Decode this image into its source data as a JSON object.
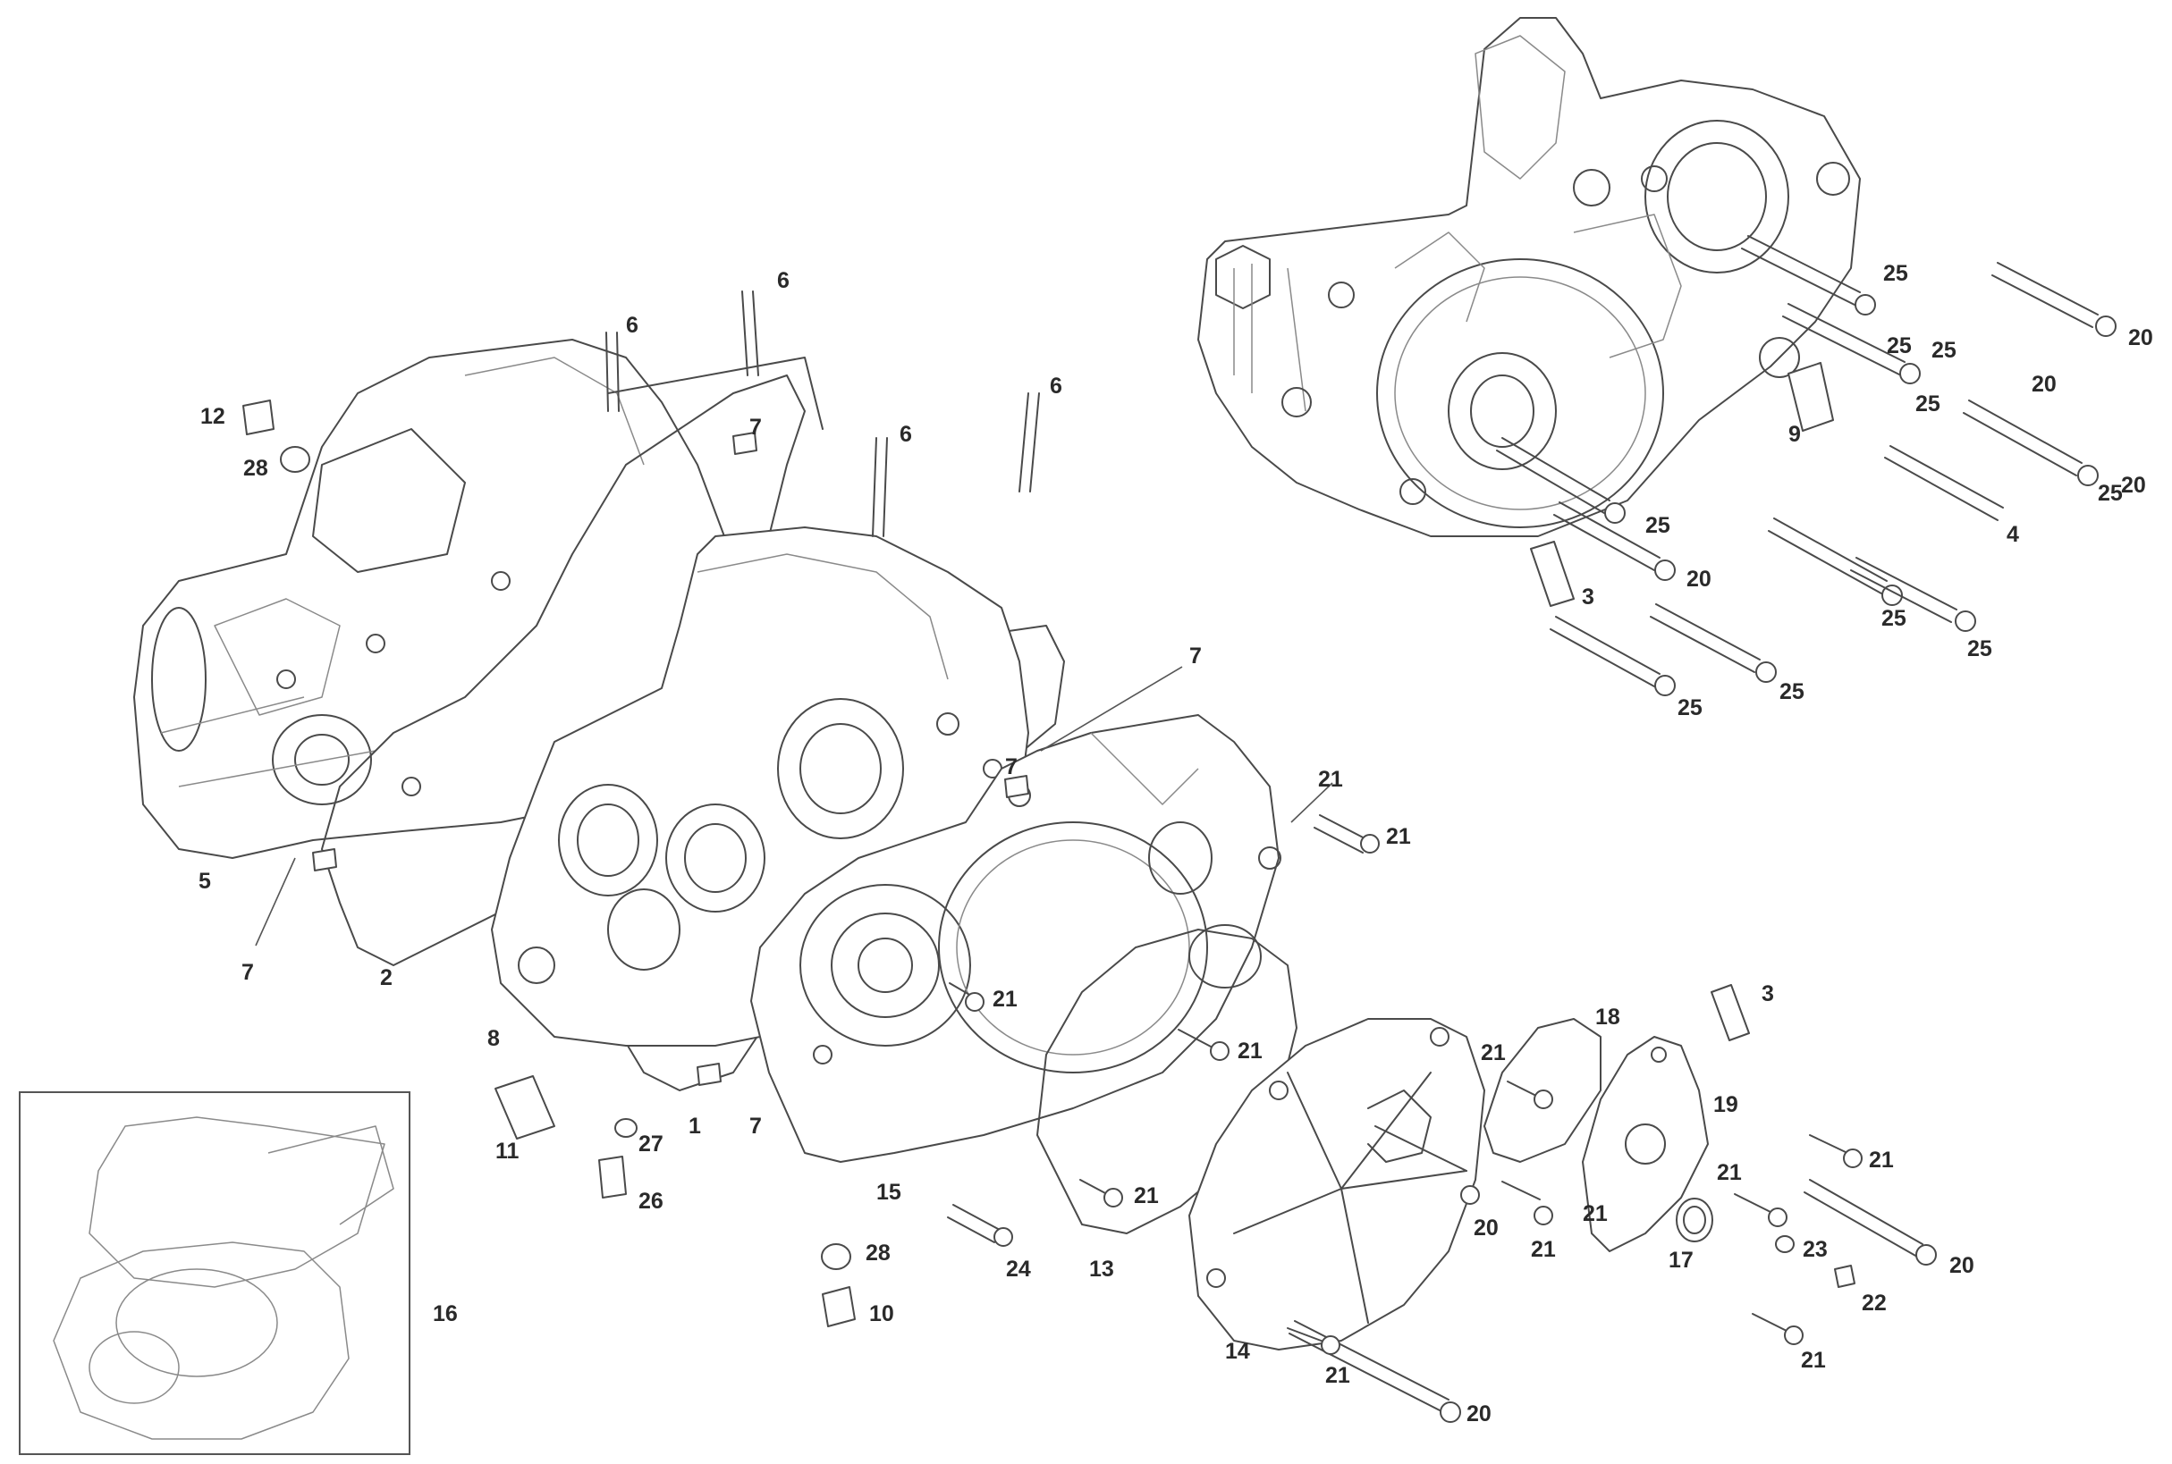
{
  "callouts": [
    "1",
    "2",
    "3",
    "3",
    "4",
    "5",
    "6",
    "6",
    "6",
    "6",
    "7",
    "7",
    "7",
    "7",
    "7",
    "8",
    "9",
    "10",
    "11",
    "12",
    "13",
    "14",
    "15",
    "16",
    "17",
    "18",
    "19",
    "20",
    "20",
    "20",
    "20",
    "20",
    "20",
    "20",
    "21",
    "21",
    "21",
    "21",
    "21",
    "21",
    "21",
    "21",
    "21",
    "21",
    "21",
    "21",
    "22",
    "23",
    "24",
    "25",
    "25",
    "25",
    "25",
    "25",
    "25",
    "25",
    "25",
    "25",
    "25",
    "26",
    "27",
    "28",
    "28"
  ],
  "icons": [
    "crankcase-half-left",
    "crankcase-half-right",
    "clutch-cover",
    "ignition-cover",
    "gasket-kit-inset"
  ]
}
